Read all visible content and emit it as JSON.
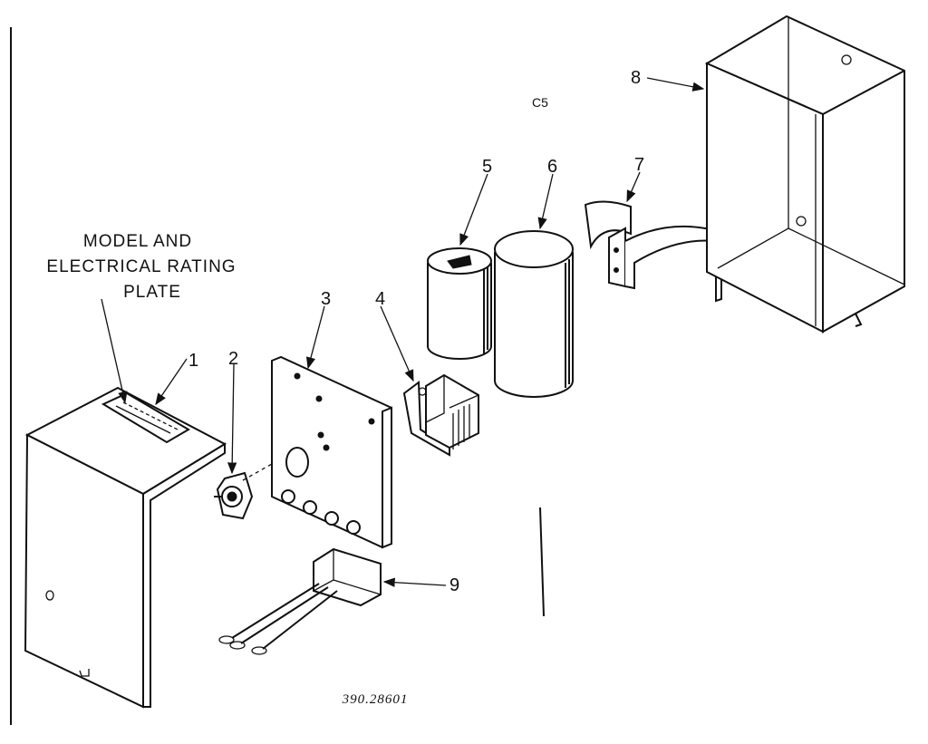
{
  "diagram": {
    "plate_caption": [
      "MODEL AND",
      "ELECTRICAL RATING",
      "PLATE"
    ],
    "sheet_code": "C5",
    "drawing_number": "390.28601",
    "callouts": [
      "1",
      "2",
      "3",
      "4",
      "5",
      "6",
      "7",
      "8",
      "9"
    ]
  }
}
